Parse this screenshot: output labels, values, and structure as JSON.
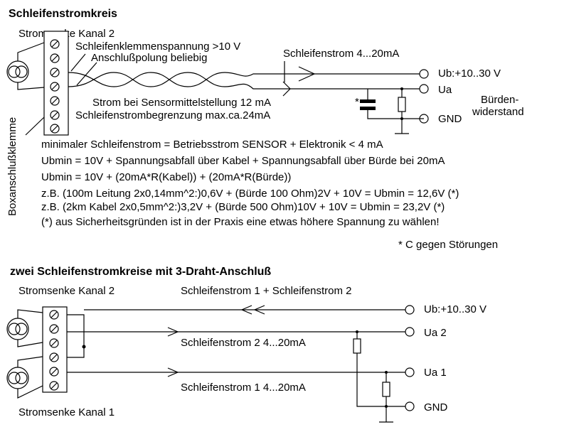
{
  "top": {
    "title": "Schleifenstromkreis",
    "sink_label": "Stromsenke Kanal 2",
    "terminal_voltage": "Schleifenklemmenspannung >10 V",
    "polarity": "Anschlußpolung beliebig",
    "loop_current": "Schleifenstrom 4...20mA",
    "ub": "Ub:+10..30 V",
    "ua": "Ua",
    "gnd": "GND",
    "burden_1": "Bürden-",
    "burden_2": "widerstand",
    "cap_mark": "*",
    "mid_current": "Strom bei Sensormittelstellung 12 mA",
    "limit": "Schleifenstrombegrenzung max.ca.24mA",
    "box_label": "Boxanschlußklemme",
    "line1": "minimaler Schleifenstrom = Betriebsstrom SENSOR + Elektronik < 4 mA",
    "line2": "Ubmin = 10V + Spannungsabfall über Kabel + Spannungsabfall über Bürde bei 20mA",
    "line3": "Ubmin = 10V + (20mA*R(Kabel)) + (20mA*R(Bürde))",
    "line4": "z.B. (100m Leitung 2x0,14mm^2:)0,6V + (Bürde 100 Ohm)2V + 10V = Ubmin = 12,6V (*)",
    "line5": "z.B. (2km Kabel 2x0,5mm^2:)3,2V + (Bürde 500 Ohm)10V + 10V = Ubmin = 23,2V (*)",
    "line6": "(*) aus Sicherheitsgründen ist in der Praxis eine etwas höhere Spannung zu wählen!",
    "footnote": "* C gegen Störungen"
  },
  "bottom": {
    "title": "zwei Schleifenstromkreise mit 3-Draht-Anschluß",
    "sink2": "Stromsenke Kanal 2",
    "sink1": "Stromsenke Kanal 1",
    "sum_current": "Schleifenstrom 1 + Schleifenstrom 2",
    "current2": "Schleifenstrom 2   4...20mA",
    "current1": "Schleifenstrom 1   4...20mA",
    "ub": "Ub:+10..30 V",
    "ua2": "Ua 2",
    "ua1": "Ua 1",
    "gnd": "GND"
  },
  "icons": [
    "terminal-screw-icon",
    "current-source-icon",
    "resistor-icon",
    "capacitor-icon",
    "terminal-node-icon",
    "arrow-icon"
  ]
}
